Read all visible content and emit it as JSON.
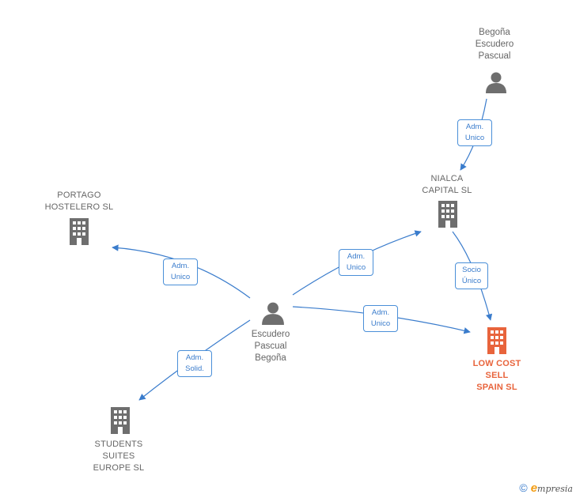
{
  "nodes": {
    "begona_top": {
      "label": "Begoña\nEscudero\nPascual"
    },
    "nialca": {
      "label": "NIALCA\nCAPITAL  SL"
    },
    "portago": {
      "label": "PORTAGO\nHOSTELERO SL"
    },
    "escudero": {
      "label": "Escudero\nPascual\nBegoña"
    },
    "lowcost": {
      "label": "LOW COST\nSELL\nSPAIN  SL"
    },
    "students": {
      "label": "STUDENTS\nSUITES\nEUROPE  SL"
    }
  },
  "edges": {
    "e1": {
      "label": "Adm.\nUnico"
    },
    "e2": {
      "label": "Socio\nÚnico"
    },
    "e3": {
      "label": "Adm.\nUnico"
    },
    "e4": {
      "label": "Adm.\nUnico"
    },
    "e5": {
      "label": "Adm.\nUnico"
    },
    "e6": {
      "label": "Adm.\nSolid."
    }
  },
  "colors": {
    "edge": "#3a7ccc",
    "person": "#6e6e6e",
    "company": "#6e6e6e",
    "main": "#e8643c"
  },
  "footer": {
    "copyright": "©",
    "brand": "mpresia",
    "brand_initial": "e"
  }
}
